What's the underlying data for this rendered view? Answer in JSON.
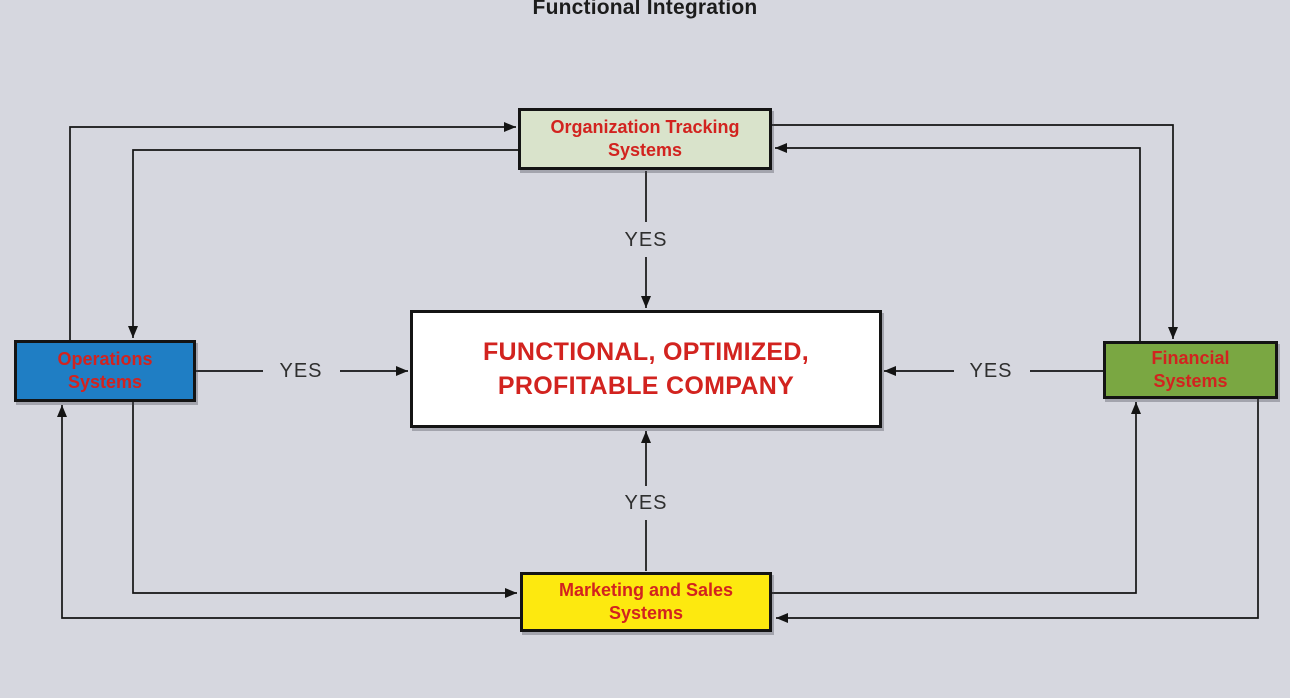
{
  "title": "Functional Integration",
  "colors": {
    "background": "#d6d7df",
    "text_red": "#d2231f",
    "line_black": "#141414"
  },
  "nodes": {
    "tracking": {
      "line1": "Organization Tracking",
      "line2": "Systems",
      "fill": "#d9e3cb"
    },
    "operations": {
      "line1": "Operations",
      "line2": "Systems",
      "fill": "#1f7ec4"
    },
    "financial": {
      "line1": "Financial",
      "line2": "Systems",
      "fill": "#7aa742"
    },
    "marketing": {
      "line1": "Marketing and Sales",
      "line2": "Systems",
      "fill": "#fde90f"
    },
    "company": {
      "line1": "FUNCTIONAL, OPTIMIZED,",
      "line2": "PROFITABLE COMPANY",
      "fill": "#ffffff"
    }
  },
  "edge_labels": {
    "top": "YES",
    "bottom": "YES",
    "left": "YES",
    "right": "YES"
  },
  "edges": [
    {
      "from": "tracking",
      "to": "company",
      "label": "YES"
    },
    {
      "from": "marketing",
      "to": "company",
      "label": "YES"
    },
    {
      "from": "operations",
      "to": "company",
      "label": "YES"
    },
    {
      "from": "financial",
      "to": "company",
      "label": "YES"
    },
    {
      "from": "operations",
      "to": "tracking"
    },
    {
      "from": "tracking",
      "to": "operations"
    },
    {
      "from": "tracking",
      "to": "financial"
    },
    {
      "from": "financial",
      "to": "tracking"
    },
    {
      "from": "operations",
      "to": "marketing"
    },
    {
      "from": "marketing",
      "to": "operations"
    },
    {
      "from": "marketing",
      "to": "financial"
    },
    {
      "from": "financial",
      "to": "marketing"
    }
  ]
}
